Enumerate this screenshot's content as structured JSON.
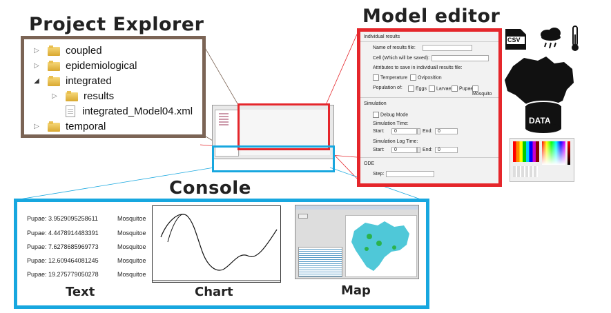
{
  "titles": {
    "project_explorer": "Project Explorer",
    "model_editor": "Model editor",
    "console": "Console"
  },
  "project_explorer": {
    "items": [
      {
        "label": "coupled",
        "expanded": false,
        "type": "folder",
        "depth": 0
      },
      {
        "label": "epidemiological",
        "expanded": false,
        "type": "folder",
        "depth": 0
      },
      {
        "label": "integrated",
        "expanded": true,
        "type": "folder",
        "depth": 0
      },
      {
        "label": "results",
        "expanded": false,
        "type": "folder",
        "depth": 1
      },
      {
        "label": "integrated_Model04.xml",
        "type": "file",
        "depth": 1
      },
      {
        "label": "temporal",
        "expanded": false,
        "type": "folder",
        "depth": 0
      }
    ]
  },
  "model_editor": {
    "individual_results": "Individual results",
    "name_label": "Name of results file:",
    "cell_label": "Cell (Which will be saved):",
    "attributes_label": "Attributes to save in individuall results file:",
    "temperature": "Temperature",
    "oviposition": "Oviposition",
    "population_label": "Population of:",
    "eggs": "Eggs",
    "larvae": "Larvae",
    "pupae": "Pupae",
    "mosquito": "Mosquito",
    "simulation": "Simulation",
    "debug_mode": "Debug Mode",
    "simulation_time": "Simulation Time:",
    "start": "Start:",
    "end": "End:",
    "start_value": "0",
    "end_value": "0",
    "simulation_log_time": "Simulation Log Time:",
    "log_start_value": "0",
    "log_end_value": "0",
    "ode": "ODE",
    "step": "Step:"
  },
  "console": {
    "text_lines": [
      {
        "label": "Pupae: 3.9529095258611",
        "species": "Mosquitoe"
      },
      {
        "label": "Pupae: 4.4478914483391",
        "species": "Mosquitoe"
      },
      {
        "label": "Pupae: 7.6278685969773",
        "species": "Mosquitoe"
      },
      {
        "label": "Pupae: 12.609464081245",
        "species": "Mosquitoe"
      },
      {
        "label": "Pupae: 19.275779050278",
        "species": "Mosquitoe"
      }
    ],
    "captions": {
      "text": "Text",
      "chart": "Chart",
      "map": "Map"
    }
  },
  "icons": {
    "csv": "CSV",
    "data": "DATA"
  },
  "colors": {
    "red": "#e5262b",
    "blue": "#17a7df",
    "brown": "#7b6455"
  }
}
